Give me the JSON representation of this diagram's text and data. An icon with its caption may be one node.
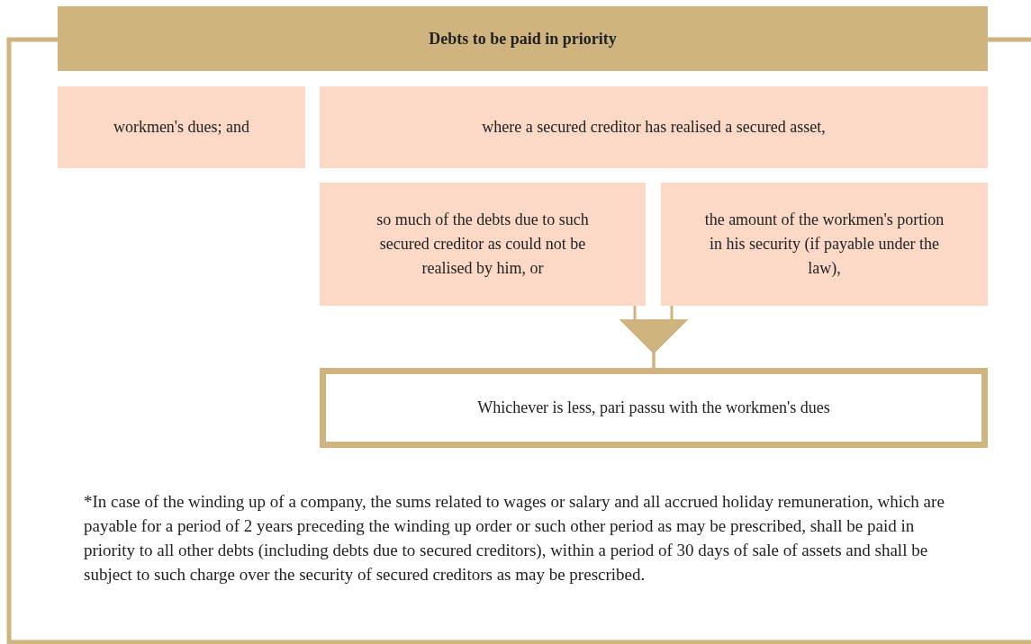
{
  "diagram": {
    "nodes": [
      {
        "text": [
          "Debts to be paid in priority"
        ]
      },
      {
        "text": [
          "workmen's dues; and"
        ]
      },
      {
        "text": [
          "where a secured creditor has realised a secured asset,"
        ]
      },
      {
        "text": [
          "so much of the debts due to such secured creditor as could not be realised by him, or"
        ]
      },
      {
        "text": [
          "the amount of the workmen's portion in his security (if payable under the law),"
        ]
      },
      {
        "text": [
          "Whichever is less, pari passu with the workmen's dues"
        ]
      }
    ],
    "edges": [
      {
        "from": 3,
        "to": 5,
        "arrow": "to"
      },
      {
        "from": 4,
        "to": 5,
        "arrow": "to"
      }
    ],
    "labels": [
      "*In case of the winding up of a company, the sums related to wages or salary and all accrued holiday remuneration, which are payable for a period of 2 years preceding the winding up order or such other period as may be prescribed, shall be paid in priority to all other debts (including debts due to secured creditors), within a period of 30 days of sale of assets and shall be subject to such charge over the security of secured creditors as may be prescribed."
    ]
  }
}
